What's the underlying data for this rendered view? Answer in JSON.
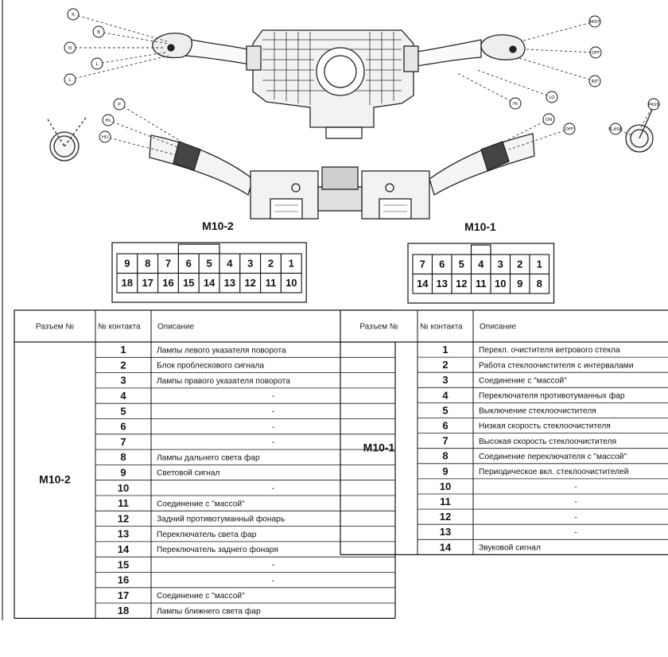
{
  "diagram": {
    "marks_left": [
      "R",
      "B",
      "N",
      "L",
      "L"
    ],
    "marks_right": [
      "MIST",
      "OFF",
      "INT",
      "LO",
      "HI"
    ],
    "marks_left_lower": [
      "P",
      "HL",
      "HU"
    ],
    "marks_right_lower": [
      "ON",
      "OFF"
    ],
    "marks_far_right": [
      "PASS",
      "FLASH"
    ]
  },
  "connectors": {
    "m10_2": {
      "title": "M10-2",
      "top_row": [
        "9",
        "8",
        "7",
        "6",
        "5",
        "4",
        "3",
        "2",
        "1"
      ],
      "bottom_row": [
        "18",
        "17",
        "16",
        "15",
        "14",
        "13",
        "12",
        "11",
        "10"
      ]
    },
    "m10_1": {
      "title": "M10-1",
      "top_row": [
        "7",
        "6",
        "5",
        "4",
        "3",
        "2",
        "1"
      ],
      "bottom_row": [
        "14",
        "13",
        "12",
        "11",
        "10",
        "9",
        "8"
      ]
    }
  },
  "tables": {
    "left": {
      "headers": {
        "connector": "Разъем №",
        "contact": "№ контакта",
        "description": "Описание"
      },
      "connector_name": "M10-2",
      "rows": [
        {
          "n": "1",
          "d": "Лампы левого указателя поворота"
        },
        {
          "n": "2",
          "d": "Блок проблескового сигнала"
        },
        {
          "n": "3",
          "d": "Лампы правого указателя поворота"
        },
        {
          "n": "4",
          "d": "-"
        },
        {
          "n": "5",
          "d": "-"
        },
        {
          "n": "6",
          "d": "-"
        },
        {
          "n": "7",
          "d": "-"
        },
        {
          "n": "8",
          "d": "Лампы дальнего света фар"
        },
        {
          "n": "9",
          "d": "Световой сигнал"
        },
        {
          "n": "10",
          "d": "-"
        },
        {
          "n": "11",
          "d": "Соединение с \"массой\""
        },
        {
          "n": "12",
          "d": "Задний противотуманный фонарь"
        },
        {
          "n": "13",
          "d": "Переключатель света фар"
        },
        {
          "n": "14",
          "d": "Переключатель заднего фонаря"
        },
        {
          "n": "15",
          "d": "-"
        },
        {
          "n": "16",
          "d": "-"
        },
        {
          "n": "17",
          "d": "Соединение с \"массой\""
        },
        {
          "n": "18",
          "d": "Лампы ближнего света фар"
        }
      ]
    },
    "right": {
      "headers": {
        "connector": "Разъем №",
        "contact": "№ контакта",
        "description": "Описание"
      },
      "connector_name": "M10-1",
      "rows": [
        {
          "n": "1",
          "d": "Перекл. очистителя ветрового стекла"
        },
        {
          "n": "2",
          "d": "Работа стеклоочистителя с интервалами"
        },
        {
          "n": "3",
          "d": "Соединение с \"массой\""
        },
        {
          "n": "4",
          "d": "Переключателя противотуманных фар"
        },
        {
          "n": "5",
          "d": "Выключение стеклоочистителя"
        },
        {
          "n": "6",
          "d": "Низкая скорость стеклоочистителя"
        },
        {
          "n": "7",
          "d": "Высокая скорость стеклоочистителя"
        },
        {
          "n": "8",
          "d": "Соединение переключателя с \"массой\""
        },
        {
          "n": "9",
          "d": "Периодическое вкл. стеклоочистителей"
        },
        {
          "n": "10",
          "d": "-"
        },
        {
          "n": "11",
          "d": "-"
        },
        {
          "n": "12",
          "d": "-"
        },
        {
          "n": "13",
          "d": "-"
        },
        {
          "n": "14",
          "d": "Звуковой сигнал"
        }
      ]
    }
  }
}
